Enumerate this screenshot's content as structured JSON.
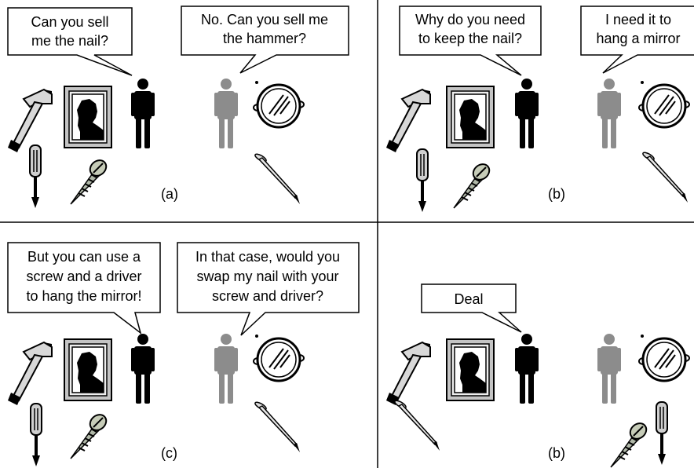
{
  "panels": {
    "a": {
      "caption": "(a)",
      "left_bubble": [
        "Can you sell",
        "me the nail?"
      ],
      "right_bubble": [
        "No. Can you sell me",
        "the hammer?"
      ]
    },
    "b": {
      "caption": "(b)",
      "left_bubble": [
        "Why do you need",
        "to keep the nail?"
      ],
      "right_bubble": [
        "I need it to",
        "hang a mirror"
      ]
    },
    "c": {
      "caption": "(c)",
      "left_bubble": [
        "But you can use a",
        "screw and a driver",
        "to hang the mirror!"
      ],
      "right_bubble": [
        "In that case, would you",
        "swap my nail with your",
        "screw and driver?"
      ]
    },
    "d": {
      "caption": "(b)",
      "left_bubble": [
        "Deal"
      ]
    }
  },
  "colors": {
    "agent_left": "#000000",
    "agent_right": "#8c8c8c",
    "divider": "#000000"
  },
  "icons": [
    "hammer-icon",
    "picture-frame-icon",
    "screwdriver-icon",
    "screw-icon",
    "nail-icon",
    "mirror-icon",
    "person-icon"
  ]
}
